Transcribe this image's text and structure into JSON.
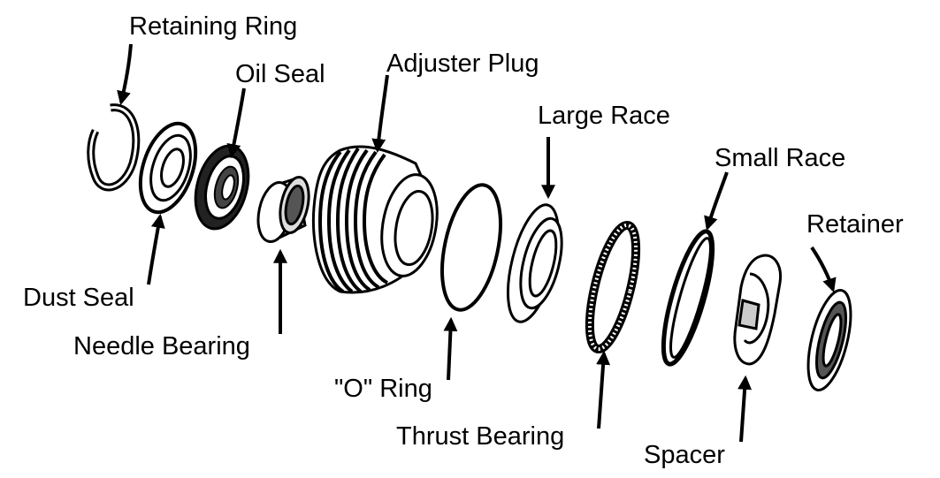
{
  "labels": {
    "retaining_ring": "Retaining Ring",
    "oil_seal": "Oil Seal",
    "adjuster_plug": "Adjuster Plug",
    "large_race": "Large Race",
    "small_race": "Small Race",
    "retainer": "Retainer",
    "dust_seal": "Dust Seal",
    "needle_bearing": "Needle Bearing",
    "o_ring": "\"O\" Ring",
    "thrust_bearing": "Thrust Bearing",
    "spacer": "Spacer"
  }
}
